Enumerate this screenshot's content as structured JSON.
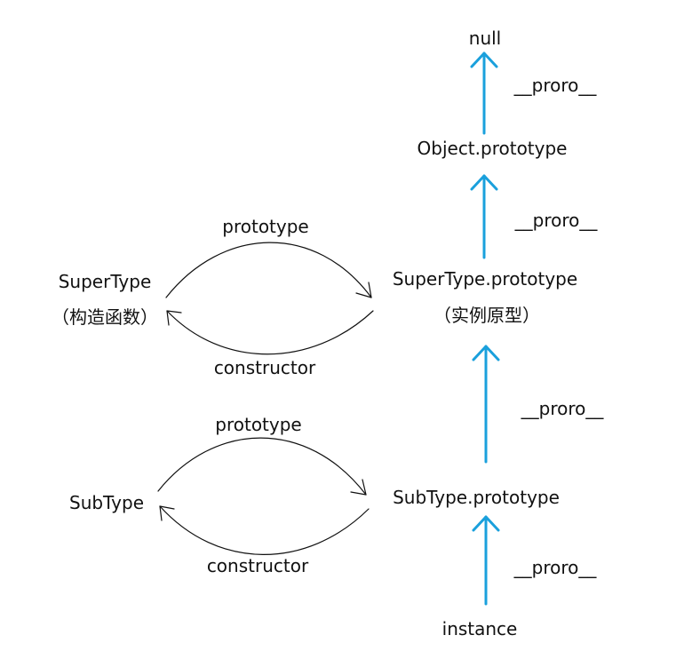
{
  "nodes": {
    "null": "null",
    "object_prototype": "Object.prototype",
    "supertype": "SuperType",
    "supertype_note": "（构造函数）",
    "supertype_prototype": "SuperType.prototype",
    "supertype_prototype_note": "（实例原型）",
    "subtype": "SubType",
    "subtype_prototype": "SubType.prototype",
    "instance": "instance"
  },
  "edges": {
    "proto_object_to_null": "__proro__",
    "proto_supertype_prototype_to_object": "__proro__",
    "proto_subtype_prototype_to_supertype_prototype": "__proro__",
    "proto_instance_to_subtype_prototype": "__proro__",
    "supertype_prototype_link": "prototype",
    "supertype_constructor_link": "constructor",
    "subtype_prototype_link": "prototype",
    "subtype_constructor_link": "constructor"
  },
  "colors": {
    "proto_arrow": "#1aa0dc",
    "curve_arrow": "#111111",
    "text": "#111111"
  }
}
